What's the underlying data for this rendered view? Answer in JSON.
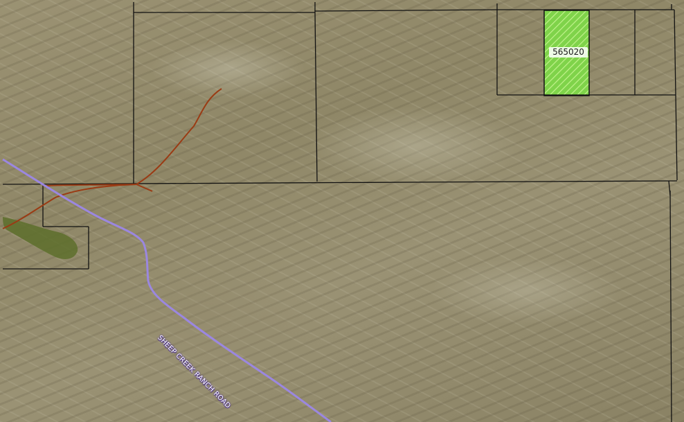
{
  "map": {
    "basemap": "satellite-imagery",
    "highlighted_parcel": {
      "label": "565020",
      "fill_color": "#7fd34a",
      "hatch_color": "#bff28a",
      "outline_color": "#111111"
    },
    "roads": [
      {
        "label": "SHEEP CREEK RANCH ROAD",
        "color": "#9b87e0"
      }
    ],
    "trails": [
      {
        "color": "#9a3b14"
      }
    ],
    "vegetation_area_color": "#5d6f2c",
    "parcel_line_color": "#111111"
  }
}
